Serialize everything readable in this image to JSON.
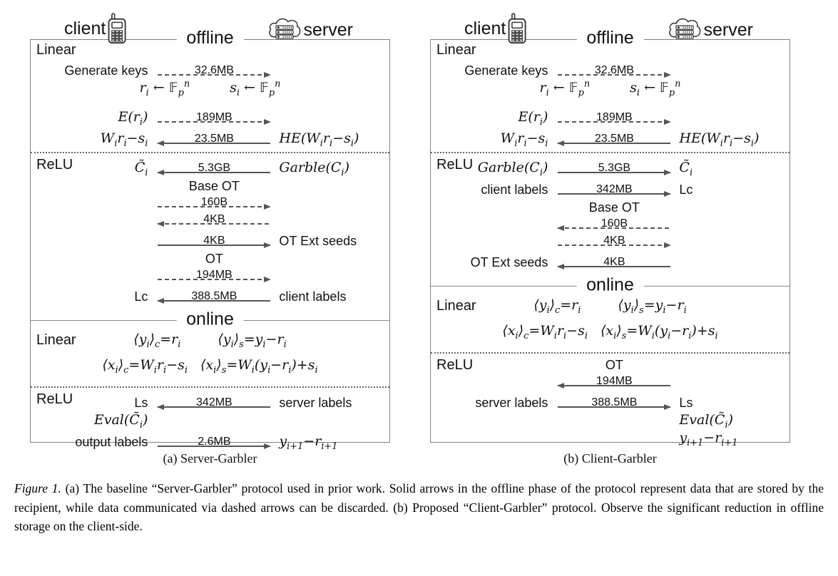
{
  "figure": {
    "caption_label": "Figure 1.",
    "caption_text": "(a) The baseline “Server-Garbler” protocol used in prior work. Solid arrows in the offline phase of the protocol represent data that are stored by the recipient, while data communicated via dashed arrows can be discarded. (b) Proposed “Client-Garbler” protocol. Observe the significant reduction in offline storage on the client-side."
  },
  "a": {
    "client_label": "client",
    "server_label": "server",
    "offline_label": "offline",
    "online_label": "online",
    "caption": "(a) Server-Garbler",
    "offline_linear": {
      "label": "Linear",
      "generate_keys": "Generate keys",
      "keys_size": "32.6MB",
      "client_sample": "r_{i} ← 𝔽_{p}^{n}",
      "server_sample": "s_{i} ← 𝔽_{p}^{n}",
      "enc": "E(r_{i})",
      "enc_size": "189MB",
      "share_client": "W_{i}r_{i}−s_{i}",
      "share_size": "23.5MB",
      "share_server": "HE(W_{i}r_{i}−s_{i})"
    },
    "offline_relu": {
      "label": "ReLU",
      "garbled_client": "C̃_{i}",
      "garble_size": "5.3GB",
      "garble_server": "Garble(C_{i})",
      "base_ot": "Base OT",
      "base_ot_size1": "160B",
      "base_ot_size2": "4KB",
      "seeds_size": "4KB",
      "seeds_label": "OT Ext seeds",
      "ot": "OT",
      "ot_size": "194MB",
      "lc": "Lc",
      "labels_size": "388.5MB",
      "labels_label": "client labels"
    },
    "online_linear": {
      "label": "Linear",
      "y_client": "⟨y_{i}⟩_{c}=r_{i}",
      "y_server": "⟨y_{i}⟩_{s}=y_{i}−r_{i}",
      "x_client": "⟨x_{i}⟩_{c}=W_{i}r_{i}−s_{i}",
      "x_server": "⟨x_{i}⟩_{s}=W_{i}(y_{i}−r_{i})+s_{i}"
    },
    "online_relu": {
      "label": "ReLU",
      "ls": "Ls",
      "server_labels_size": "342MB",
      "server_labels": "server labels",
      "eval": "Eval(C̃_{i})",
      "output_labels": "output labels",
      "output_size": "2.6MB",
      "output_result": "y_{i+1}−r_{i+1}"
    }
  },
  "b": {
    "client_label": "client",
    "server_label": "server",
    "offline_label": "offline",
    "online_label": "online",
    "caption": "(b) Client-Garbler",
    "offline_linear": {
      "label": "Linear",
      "generate_keys": "Generate keys",
      "keys_size": "32.6MB",
      "client_sample": "r_{i} ← 𝔽_{p}^{n}",
      "server_sample": "s_{i} ← 𝔽_{p}^{n}",
      "enc": "E(r_{i})",
      "enc_size": "189MB",
      "share_client": "W_{i}r_{i}−s_{i}",
      "share_size": "23.5MB",
      "share_server": "HE(W_{i}r_{i}−s_{i})"
    },
    "offline_relu": {
      "label": "ReLU",
      "garble_client": "Garble(C_{i})",
      "garble_size": "5.3GB",
      "garbled_server": "C̃_{i}",
      "client_labels": "client labels",
      "labels_size": "342MB",
      "lc": "Lc",
      "base_ot": "Base OT",
      "base_ot_size1": "160B",
      "base_ot_size2": "4KB",
      "seeds_label": "OT Ext seeds",
      "seeds_size": "4KB"
    },
    "online_linear": {
      "label": "Linear",
      "y_client": "⟨y_{i}⟩_{c}=r_{i}",
      "y_server": "⟨y_{i}⟩_{s}=y_{i}−r_{i}",
      "x_client": "⟨x_{i}⟩_{c}=W_{i}r_{i}−s_{i}",
      "x_server": "⟨x_{i}⟩_{s}=W_{i}(y_{i}−r_{i})+s_{i}"
    },
    "online_relu": {
      "label": "ReLU",
      "ot": "OT",
      "ot_size": "194MB",
      "server_labels": "server labels",
      "server_labels_size": "388.5MB",
      "ls": "Ls",
      "eval": "Eval(C̃_{i})",
      "result": "y_{i+1}−r_{i+1}"
    }
  }
}
